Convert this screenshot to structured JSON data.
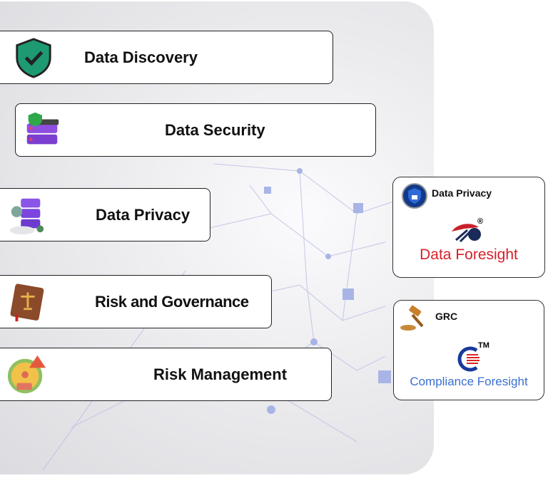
{
  "services": [
    {
      "label": "Data Discovery",
      "icon": "shield-check-icon"
    },
    {
      "label": "Data Security",
      "icon": "server-shield-icon"
    },
    {
      "label": "Data Privacy",
      "icon": "server-cloud-gear-icon"
    },
    {
      "label": "Risk and Governance",
      "icon": "law-book-icon"
    },
    {
      "label": "Risk Management",
      "icon": "risk-gauge-icon"
    }
  ],
  "products": [
    {
      "category": "Data Privacy",
      "name": "Data Foresight",
      "mark": "®",
      "color": "#d6202a",
      "icon": "privacy-lock-shield-icon"
    },
    {
      "category": "GRC",
      "name": "Compliance Foresight",
      "mark": "TM",
      "color": "#3a6fd0",
      "icon": "gavel-icon"
    }
  ]
}
